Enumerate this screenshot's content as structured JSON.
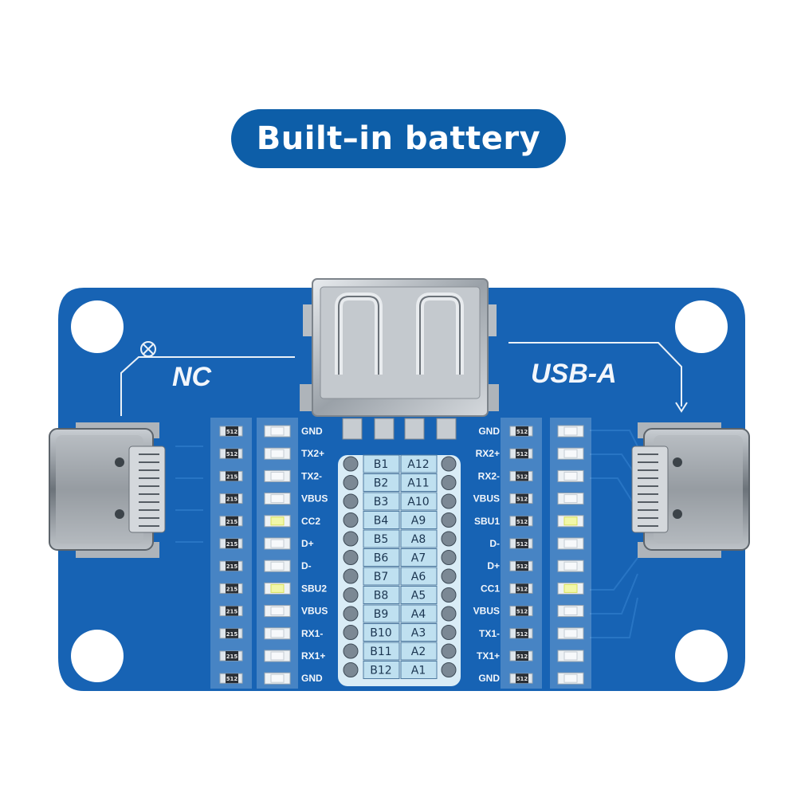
{
  "banner": {
    "text": "Built–in battery",
    "color": "#0d5ea8"
  },
  "board": {
    "color": "#1763b4",
    "labels": {
      "left": "NC",
      "right": "USB-A"
    },
    "left_pins": [
      "GND",
      "TX2+",
      "TX2-",
      "VBUS",
      "CC2",
      "D+",
      "D-",
      "SBU2",
      "VBUS",
      "RX1-",
      "RX1+",
      "GND"
    ],
    "right_pins": [
      "GND",
      "RX2+",
      "RX2-",
      "VBUS",
      "SBU1",
      "D-",
      "D+",
      "CC1",
      "VBUS",
      "TX1-",
      "TX1+",
      "GND"
    ],
    "b_pins": [
      "B1",
      "B2",
      "B3",
      "B4",
      "B5",
      "B6",
      "B7",
      "B8",
      "B9",
      "B10",
      "B11",
      "B12"
    ],
    "a_pins": [
      "A12",
      "A11",
      "A10",
      "A9",
      "A8",
      "A7",
      "A6",
      "A5",
      "A4",
      "A3",
      "A2",
      "A1"
    ],
    "left_resistors": [
      "512",
      "512",
      "215",
      "215",
      "215",
      "215",
      "215",
      "215",
      "215",
      "215",
      "215",
      "512"
    ],
    "right_resistors": [
      "512",
      "512",
      "512",
      "512",
      "512",
      "512",
      "512",
      "512",
      "512",
      "512",
      "512",
      "512"
    ],
    "lit_leds": {
      "left_row_indices": [
        4,
        7
      ],
      "right_row_indices": [
        4,
        7
      ],
      "lit_color": "#f2f7a8"
    },
    "icons": {
      "usb_a_port": "usb-a-port-icon",
      "usb_c_left": "usb-c-port-icon",
      "usb_c_right": "usb-c-port-icon",
      "nc_symbol": "crossed-circle-icon"
    }
  }
}
